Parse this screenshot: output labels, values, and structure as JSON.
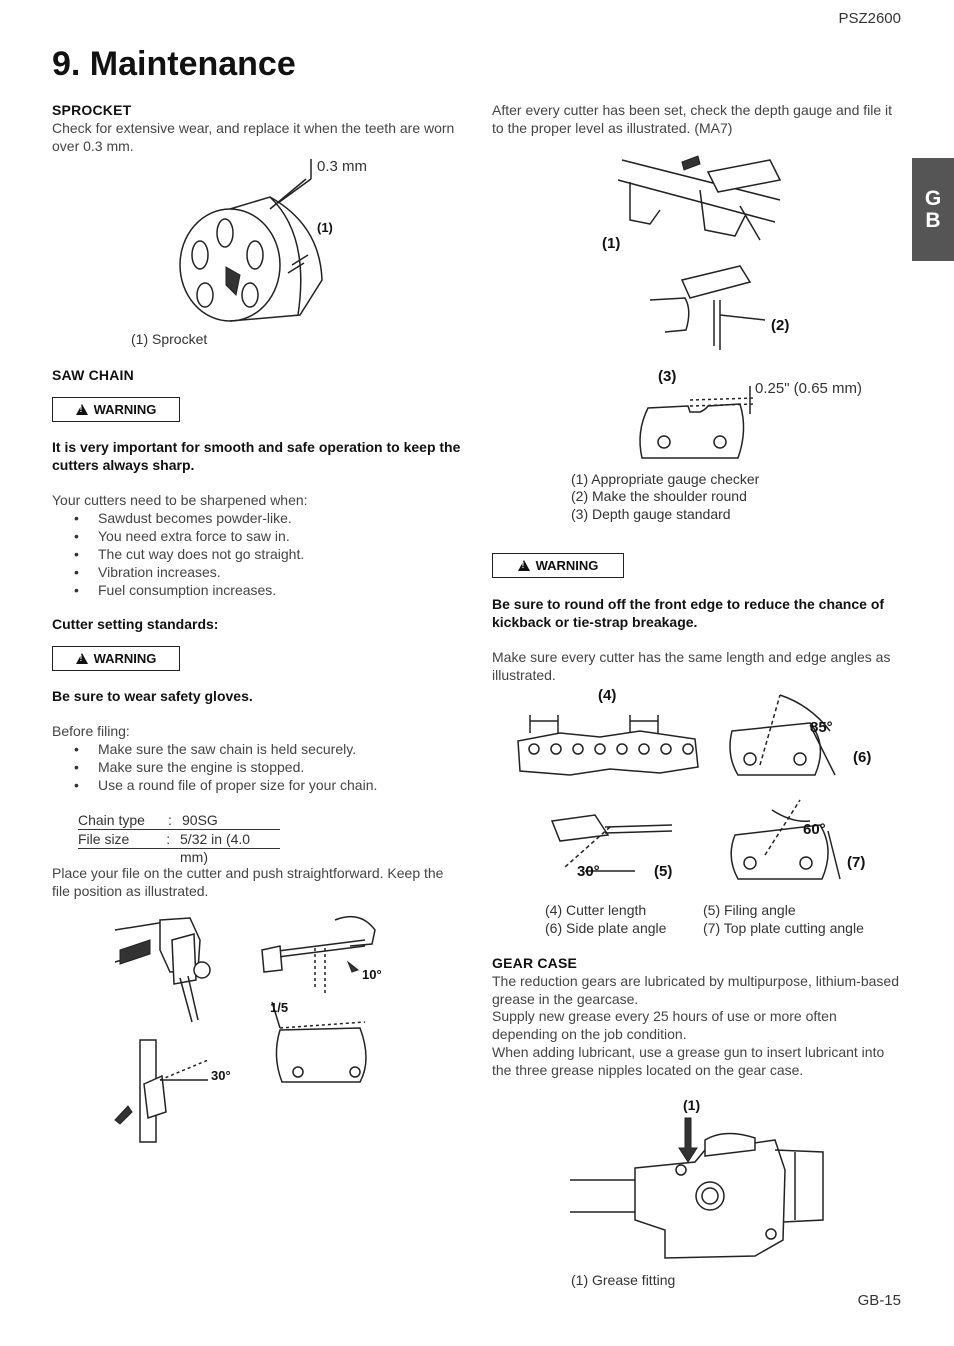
{
  "header": {
    "model": "PSZ2600",
    "title": "9. Maintenance",
    "lang_tab": "G\nB",
    "lang_tab_g": "G",
    "lang_tab_b": "B"
  },
  "sprocket": {
    "heading": "SPROCKET",
    "text": "Check for extensive wear, and replace it when the teeth are worn over 0.3 mm.",
    "fig_dim": "0.3 mm",
    "fig_callout": "(1)",
    "caption": "(1) Sprocket"
  },
  "saw_chain": {
    "heading": "SAW CHAIN",
    "warning_label": "WARNING",
    "warning_text": "It is very important for smooth and safe operation to keep the cutters always sharp.",
    "intro": "Your cutters need to be sharpened when:",
    "bullets": [
      "Sawdust becomes powder-like.",
      "You need extra force to saw in.",
      "The cut way does not go straight.",
      "Vibration increases.",
      "Fuel consumption increases."
    ]
  },
  "cutter_setting": {
    "heading": "Cutter setting standards:",
    "warning_label": "WARNING",
    "warning_text": "Be sure to wear safety gloves.",
    "before": "Before filing:",
    "bullets": [
      "Make sure the saw chain is held securely.",
      "Make sure the engine is stopped.",
      "Use a round file of proper size for your chain."
    ],
    "spec": [
      {
        "key": "Chain type",
        "sep": ":",
        "value": "90SG"
      },
      {
        "key": "File size",
        "sep": ":",
        "value": "5/32 in (4.0 mm)"
      }
    ],
    "file_text": "Place your file on the cutter and push straightforward. Keep the file position as illustrated.",
    "fig_angle_10": "10°",
    "fig_fraction": "1/5",
    "fig_angle_30": "30°"
  },
  "depth_gauge": {
    "text": "After every cutter has been set, check the depth gauge and file it to the proper level as illustrated. (MA7)",
    "labels": [
      "(1)",
      "(2)",
      "(3)"
    ],
    "dim": "0.25\" (0.65 mm)",
    "captions": [
      "(1) Appropriate gauge checker",
      "(2) Make the shoulder round",
      "(3) Depth gauge standard"
    ]
  },
  "front_edge": {
    "warning_label": "WARNING",
    "warning_text": "Be sure to round off the front edge to reduce the chance of kickback or tie-strap breakage.",
    "text": "Make sure every cutter has the same length and edge angles as illustrated.",
    "labels": {
      "l4": "(4)",
      "l5": "(5)",
      "l6": "(6)",
      "l7": "(7)",
      "a85": "85°",
      "a30": "30°",
      "a60": "60°"
    },
    "captions": {
      "c4": "(4) Cutter length",
      "c5": "(5) Filing angle",
      "c6": "(6) Side plate angle",
      "c7": "(7) Top plate cutting angle"
    }
  },
  "gear_case": {
    "heading": "GEAR CASE",
    "p1": "The reduction gears are lubricated by multipurpose, lithium-based grease in the gearcase.",
    "p2": "Supply new grease every 25 hours of use or more often depending on the job condition.",
    "p3": "When adding lubricant, use a grease gun to insert lubricant into the three grease nipples located on the gear case.",
    "fig_callout": "(1)",
    "caption": "(1) Grease fitting"
  },
  "footer": {
    "page": "GB-15"
  }
}
